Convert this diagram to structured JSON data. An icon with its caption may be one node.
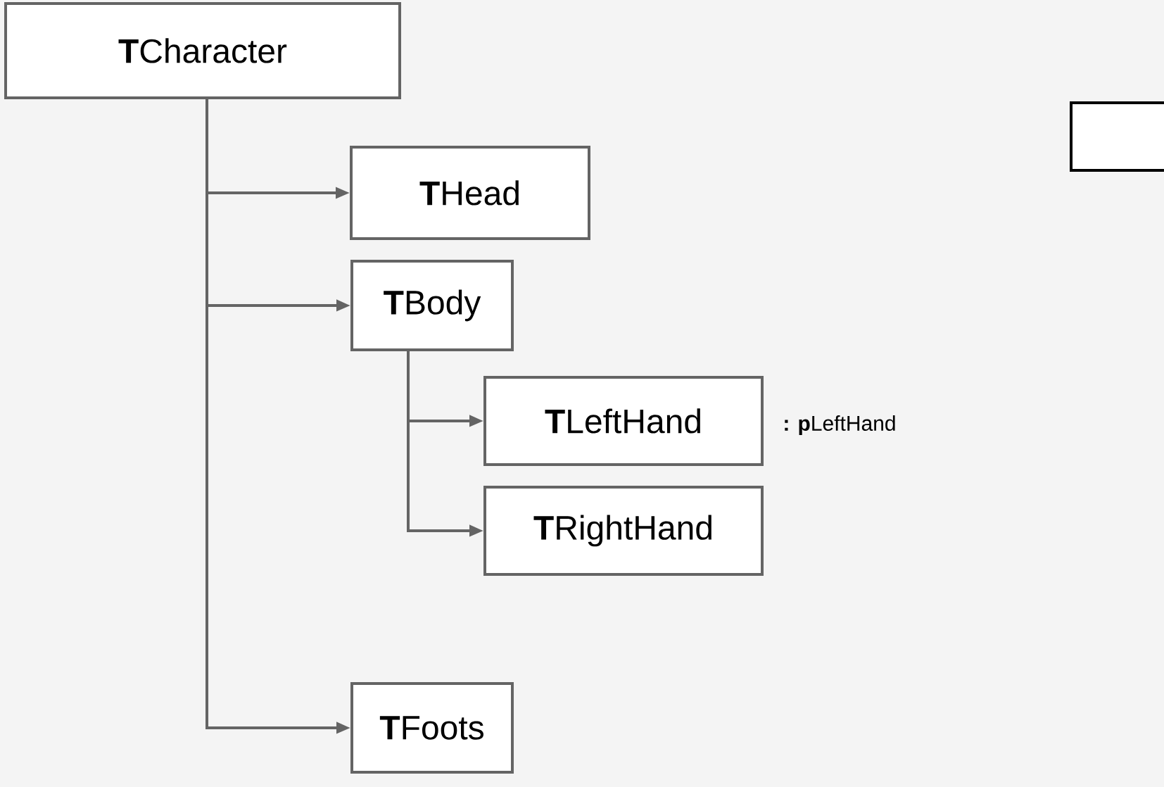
{
  "diagram": {
    "nodes": [
      {
        "text": [
          "**T**Character"
        ]
      },
      {
        "text": [
          "**T**Head"
        ]
      },
      {
        "text": [
          "**T**Body"
        ]
      },
      {
        "text": [
          "**T**LeftHand"
        ]
      },
      {
        "text": [
          "**T**RightHand"
        ]
      },
      {
        "text": [
          "**T**Foots"
        ]
      },
      {
        "text": [],
        "shape": "box"
      }
    ],
    "edges": [
      {
        "from": 0,
        "to": 1,
        "arrow": "to"
      },
      {
        "from": 0,
        "to": 2,
        "arrow": "to"
      },
      {
        "from": 2,
        "to": 3,
        "arrow": "to"
      },
      {
        "from": 2,
        "to": 4,
        "arrow": "to"
      },
      {
        "from": 0,
        "to": 5,
        "arrow": "to"
      }
    ],
    "labels": [
      "**: p**LeftHand"
    ]
  }
}
